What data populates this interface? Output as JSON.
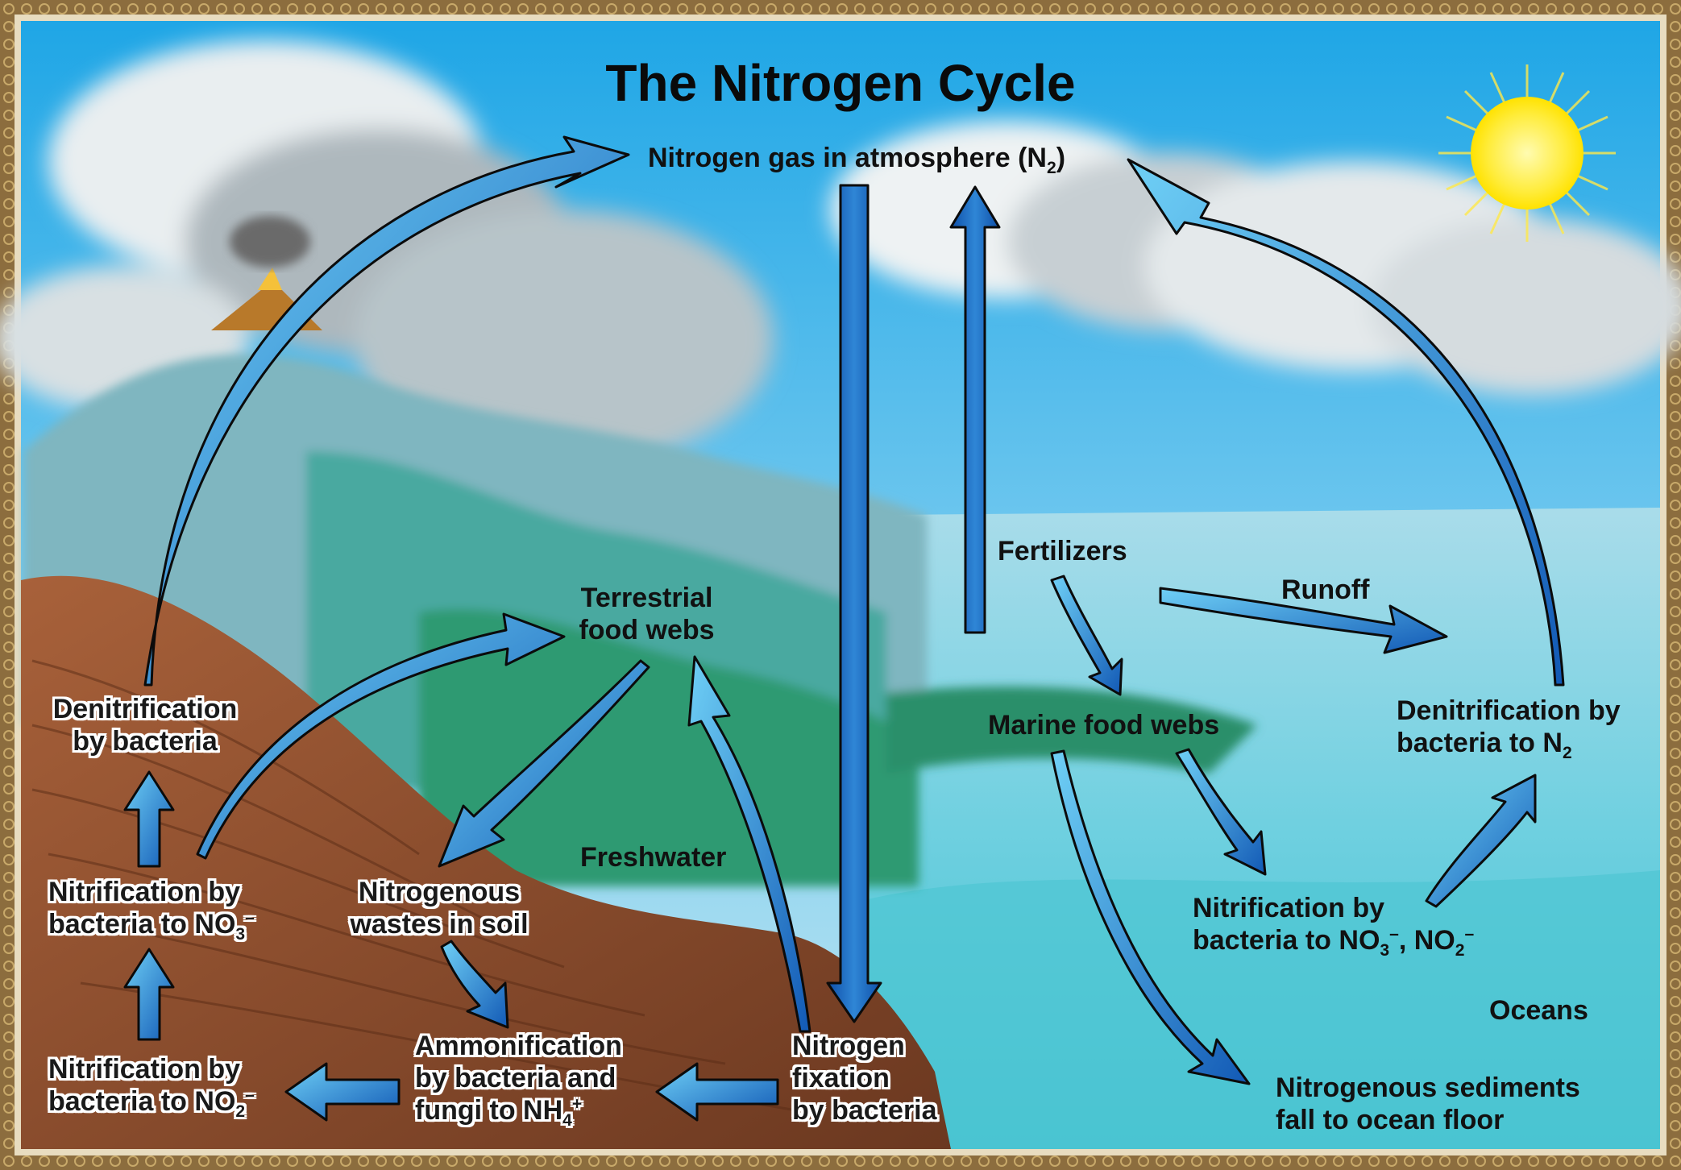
{
  "title": "The Nitrogen Cycle",
  "labels": {
    "atmosphere": {
      "main": "Nitrogen gas in atmosphere (N",
      "sub": "2",
      "end": ")"
    },
    "terrestrial_food_webs": [
      "Terrestrial",
      "food webs"
    ],
    "denitrification_land": [
      "Denitrification",
      "by bacteria"
    ],
    "nitrification_no3": {
      "line1": "Nitrification by",
      "line2": "bacteria to NO",
      "sub": "3",
      "sup": "–"
    },
    "nitrification_no2": {
      "line1": "Nitrification by",
      "line2": "bacteria to NO",
      "sub": "2",
      "sup": "–"
    },
    "nitrogenous_wastes": [
      "Nitrogenous",
      "wastes in soil"
    ],
    "ammonification": {
      "line1": "Ammonification",
      "line2": "by bacteria and",
      "line3": "fungi to NH",
      "sub": "4",
      "sup": "+"
    },
    "nitrogen_fixation": [
      "Nitrogen",
      "fixation",
      "by bacteria"
    ],
    "freshwater": "Freshwater",
    "fertilizers": "Fertilizers",
    "runoff": "Runoff",
    "marine_food_webs": "Marine food webs",
    "denitrification_ocean": {
      "line1": "Denitrification by",
      "line2": "bacteria to N",
      "sub": "2"
    },
    "nitrification_ocean": {
      "line1": "Nitrification by",
      "line2a": "bacteria to NO",
      "sub1": "3",
      "sup1": "–",
      "mid": ", NO",
      "sub2": "2",
      "sup2": "–"
    },
    "oceans": "Oceans",
    "sediments": [
      "Nitrogenous sediments",
      "fall to ocean floor"
    ]
  },
  "colors": {
    "frame": "#8a6b3c",
    "sky": "#35b3e8",
    "ocean": "#7fd3e2",
    "arrow_light": "#5ec4f0",
    "arrow_dark": "#1560b8",
    "soil": "#8a4a2a",
    "sun": "#ffef4a"
  }
}
